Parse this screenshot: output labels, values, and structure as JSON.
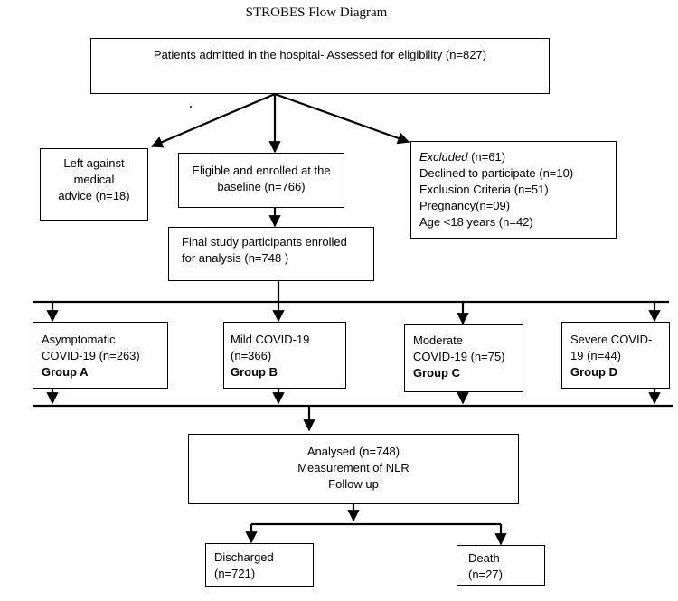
{
  "title": "STROBES Flow Diagram",
  "assessed": {
    "text": "Patients admitted in the hospital- Assessed for eligibility (n=827)"
  },
  "left_advice": {
    "lines": [
      "Left against",
      "medical",
      "advice  (n=18)"
    ]
  },
  "enrolled": {
    "lines": [
      "Eligible and enrolled at the",
      "baseline (n=766)"
    ]
  },
  "excluded": {
    "heading": "Excluded",
    "heading_count": " (n=61)",
    "lines": [
      "Declined to participate (n=10)",
      "Exclusion Criteria (n=51)",
      "Pregnancy(n=09)",
      "Age <18 years (n=42)"
    ]
  },
  "final": {
    "lines": [
      "Final study participants enrolled",
      "for analysis (n=748 )"
    ]
  },
  "groups": [
    {
      "lines": [
        "Asymptomatic",
        "COVID-19 (n=263)"
      ],
      "group": "Group A"
    },
    {
      "lines": [
        "Mild COVID-19",
        "(n=366)"
      ],
      "group": "Group B"
    },
    {
      "lines": [
        "Moderate",
        "COVID-19 (n=75)"
      ],
      "group": "Group C"
    },
    {
      "lines": [
        "Severe  COVID-",
        "19 (n=44)"
      ],
      "group": "Group D"
    }
  ],
  "analysed": {
    "lines": [
      "Analysed (n=748)",
      "Measurement of NLR",
      "Follow up"
    ]
  },
  "discharged": {
    "lines": [
      "Discharged",
      "(n=721)"
    ]
  },
  "death": {
    "lines": [
      "Death",
      "(n=27)"
    ]
  }
}
